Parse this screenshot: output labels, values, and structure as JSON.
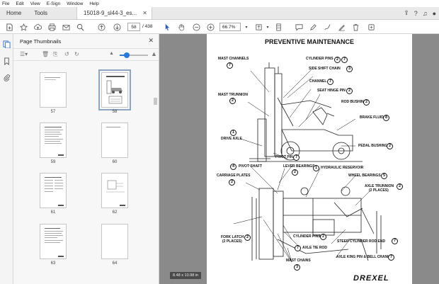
{
  "menu": [
    "File",
    "Edit",
    "View",
    "E-Sign",
    "Window",
    "Help"
  ],
  "tabs": {
    "home": "Home",
    "tools": "Tools",
    "document": "15018-9_sl44-3_es..."
  },
  "toolbar": {
    "page_current": "58",
    "page_total": "/ 438",
    "zoom": "66.7%"
  },
  "panel": {
    "title": "Page Thumbnails"
  },
  "thumbnails": [
    {
      "label": "57"
    },
    {
      "label": "58"
    },
    {
      "label": "59"
    },
    {
      "label": "60"
    },
    {
      "label": "61"
    },
    {
      "label": "62"
    },
    {
      "label": "63"
    },
    {
      "label": "64"
    }
  ],
  "document": {
    "title": "PREVENTIVE MAINTENANCE",
    "brand": "DREXEL",
    "page_size": "8.48 x 10.98 in",
    "labels": {
      "mast_channels": "MAST CHANNELS",
      "cylinder_pins": "CYLINDER PINS",
      "side_shift_chain": "SIDE SHIFT CHAIN",
      "channel": "CHANNEL",
      "seat_hinge_pin": "SEAT HINGE PIN",
      "mast_trunnion": "MAST TRUNNION",
      "rod_bushing": "ROD BUSHING",
      "brake_fluid": "BRAKE FLUID",
      "drive_axle": "DRIVE AXLE",
      "pedal_bushing": "PEDAL BUSHING",
      "pivot_pin": "PIVOT PIN",
      "pivot_shaft": "PIVOT SHAFT",
      "lever_bearings": "LEVER BEARINGS",
      "hydraulic_reservoir": "HYDRAULIC RESERVOIR",
      "carriage_plates": "CARRIAGE PLATES",
      "wheel_bearings": "WHEEL BEARINGS",
      "axle_trunnion": "AXLE TRUNNION",
      "two_places": "(2 PLACES)",
      "fork_latch": "FORK LATCH",
      "cylinder_pins_b": "CYLINDER PINS",
      "axle_tie_rod": "AXLE TIE ROD",
      "steer_cylinder_rod_end": "STEER CYLINDER ROD END",
      "axle_king_pin": "AXLE KING PIN & BELL CRANK",
      "mast_chains": "MAST CHAINS"
    },
    "numbers": {
      "mast_channels": "7",
      "cylinder_pins_a": "2",
      "cylinder_pins_b": "7",
      "side_shift_chain": "3",
      "channel": "7",
      "seat_hinge_pin": "2",
      "mast_trunnion": "2",
      "rod_bushing": "2",
      "brake_fluid": "8",
      "drive_axle": "1",
      "pedal_bushing": "2",
      "pivot_pin": "7",
      "pivot_shaft": "4",
      "lever_bearings": "2",
      "hydraulic_reservoir": "1",
      "carriage_plates": "2",
      "wheel_bearings": "5",
      "axle_trunnion": "2",
      "fork_latch": "2",
      "lower_cylinder_pins": "2",
      "axle_tie_rod": "7",
      "steer_cylinder": "7",
      "axle_king_pin": "7",
      "mast_chains": "3"
    }
  }
}
